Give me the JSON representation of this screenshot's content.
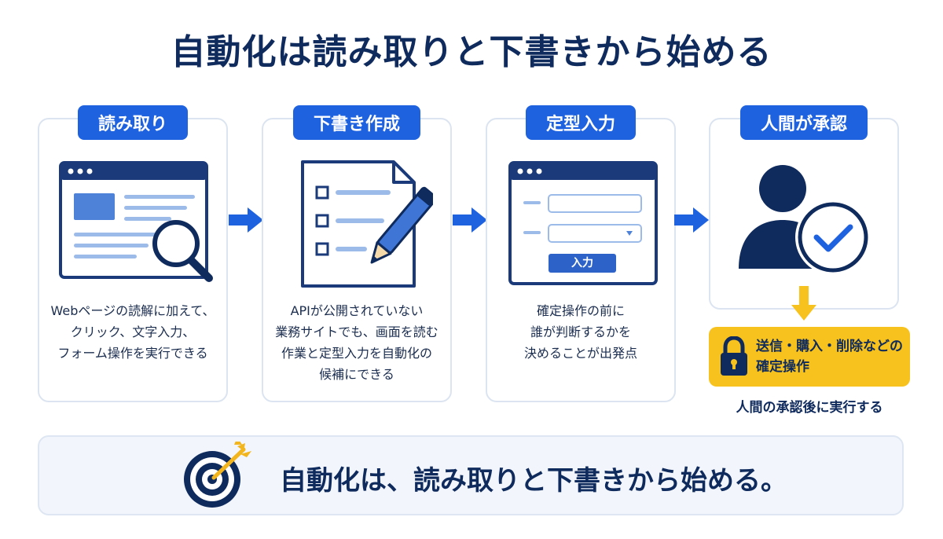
{
  "title": "自動化は読み取りと下書きから始める",
  "steps": [
    {
      "label": "読み取り",
      "lines": [
        "Webページの読解に加えて、",
        "クリック、文字入力、",
        "フォーム操作を実行できる"
      ]
    },
    {
      "label": "下書き作成",
      "lines": [
        "APIが公開されていない",
        "業務サイトでも、画面を読む",
        "作業と定型入力を自動化の",
        "候補にできる"
      ]
    },
    {
      "label": "定型入力",
      "button_label": "入力",
      "lines": [
        "確定操作の前に",
        "誰が判断するかを",
        "決めることが出発点"
      ]
    },
    {
      "label": "人間が承認",
      "lines": []
    }
  ],
  "warning": {
    "lines": [
      "送信・購入・削除などの",
      "確定操作"
    ]
  },
  "after_approval": "人間の承認後に実行する",
  "banner": {
    "text": "自動化は、読み取りと下書きから始める。"
  },
  "colors": {
    "primary": "#1f62e0",
    "navy": "#0f2a5c",
    "warning": "#f7c21d",
    "card_border": "#dbe4f0"
  },
  "icons": [
    "browser-magnifier-icon",
    "document-pencil-icon",
    "form-window-icon",
    "person-check-icon",
    "lock-icon",
    "target-arrow-icon"
  ]
}
